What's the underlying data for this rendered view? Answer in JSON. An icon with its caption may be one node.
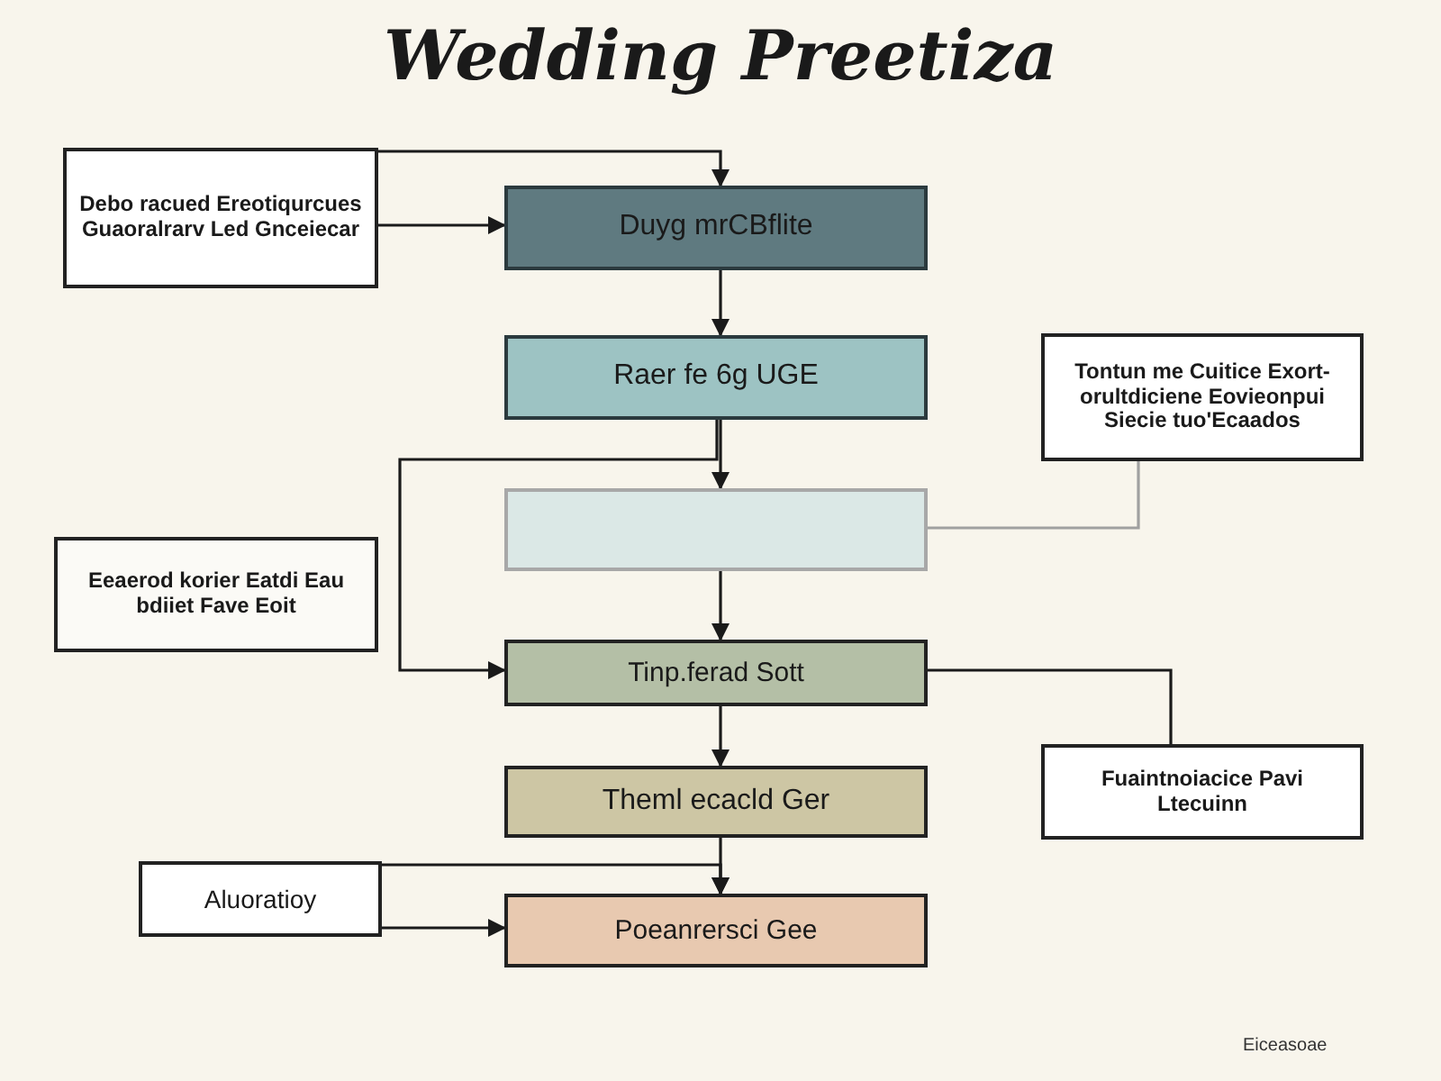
{
  "diagram": {
    "title": "Wedding Preetiza",
    "nodes": [
      {
        "text": [
          "Debo racued Ereotiqurcues Guaoralrarv Led Gnceiecar"
        ]
      },
      {
        "text": [
          "Duyg mrCBflite"
        ]
      },
      {
        "text": [
          "Raer fe 6g UGE"
        ]
      },
      {
        "text": [
          "Tontun me Cuitice Exort-orultdiciene Eovieonpui Siecie tuo'Ecaados"
        ]
      },
      {
        "text": [],
        "shape": "box"
      },
      {
        "text": [
          "Eeaerod korier Eatdi Eau bdiiet Fave Eoit"
        ]
      },
      {
        "text": [
          "Tinp.ferad Sott"
        ]
      },
      {
        "text": [
          "Theml ecacld Ger"
        ]
      },
      {
        "text": [
          "Fuaintnoiacice Pavi Ltecuinn"
        ]
      },
      {
        "text": [
          "Aluoratioy"
        ]
      },
      {
        "text": [
          "Poeanrersci Gee"
        ]
      }
    ],
    "edges": [
      {
        "from": 0,
        "to": 1,
        "arrow": "to"
      },
      {
        "from": 0,
        "to": 1,
        "arrow": "to"
      },
      {
        "from": 1,
        "to": 2,
        "arrow": "to"
      },
      {
        "from": 2,
        "to": 4,
        "arrow": "to"
      },
      {
        "from": 3,
        "to": 4,
        "arrow": "none",
        "color": "#a0a0a0"
      },
      {
        "from": 2,
        "to": 6,
        "arrow": "to"
      },
      {
        "from": 4,
        "to": 6,
        "arrow": "to"
      },
      {
        "from": 6,
        "to": 7,
        "arrow": "to"
      },
      {
        "from": 6,
        "to": 8,
        "arrow": "none"
      },
      {
        "from": 7,
        "to": 10,
        "arrow": "to"
      },
      {
        "from": 9,
        "to": 10,
        "arrow": "to"
      },
      {
        "from": 9,
        "to": 10,
        "arrow": "to"
      }
    ],
    "labels": [
      "Eiceasoae"
    ]
  }
}
